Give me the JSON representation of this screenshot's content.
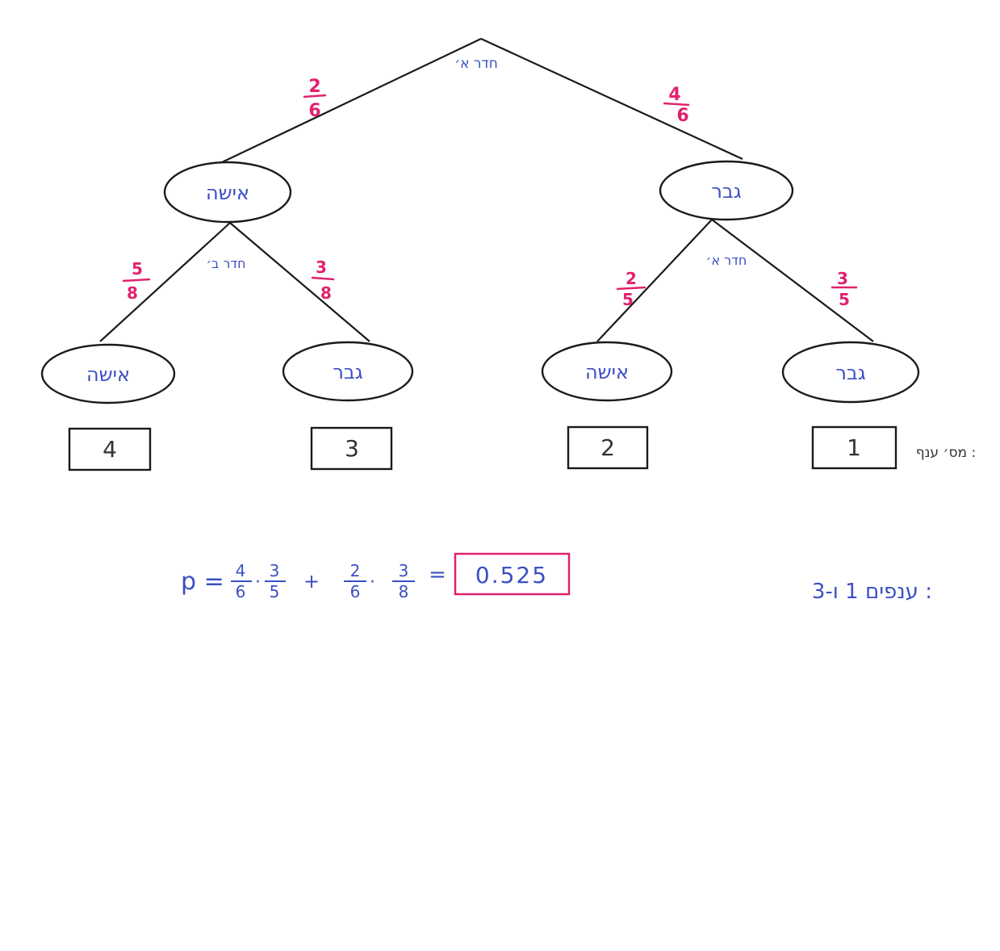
{
  "tree": {
    "root_label": "חדר א׳",
    "level1": [
      {
        "label": "אישה",
        "prob_num": "2",
        "prob_den": "6",
        "room_label": "חדר ב׳",
        "children": [
          {
            "label": "אישה",
            "prob_num": "5",
            "prob_den": "8",
            "branch": "4"
          },
          {
            "label": "גבר",
            "prob_num": "3",
            "prob_den": "8",
            "branch": "3"
          }
        ]
      },
      {
        "label": "גבר",
        "prob_num": "4",
        "prob_den": "6",
        "room_label": "חדר א׳",
        "children": [
          {
            "label": "אישה",
            "prob_num": "2",
            "prob_den": "5",
            "branch": "2"
          },
          {
            "label": "גבר",
            "prob_num": "3",
            "prob_den": "5",
            "branch": "1"
          }
        ]
      }
    ],
    "branch_number_label": "מס׳ ענף :"
  },
  "formula": {
    "p": "p =",
    "t1n": "4",
    "t1d": "6",
    "t2n": "3",
    "t2d": "5",
    "plus": "+",
    "t3n": "2",
    "t3d": "6",
    "t4n": "3",
    "t4d": "8",
    "dot": "·",
    "eq": "=",
    "result": "0.525"
  },
  "note": "ענפים 1 ו-3 :",
  "colors": {
    "ink": "#1a1a1a",
    "blue": "#3b4fc4",
    "pink": "#e0226e"
  }
}
